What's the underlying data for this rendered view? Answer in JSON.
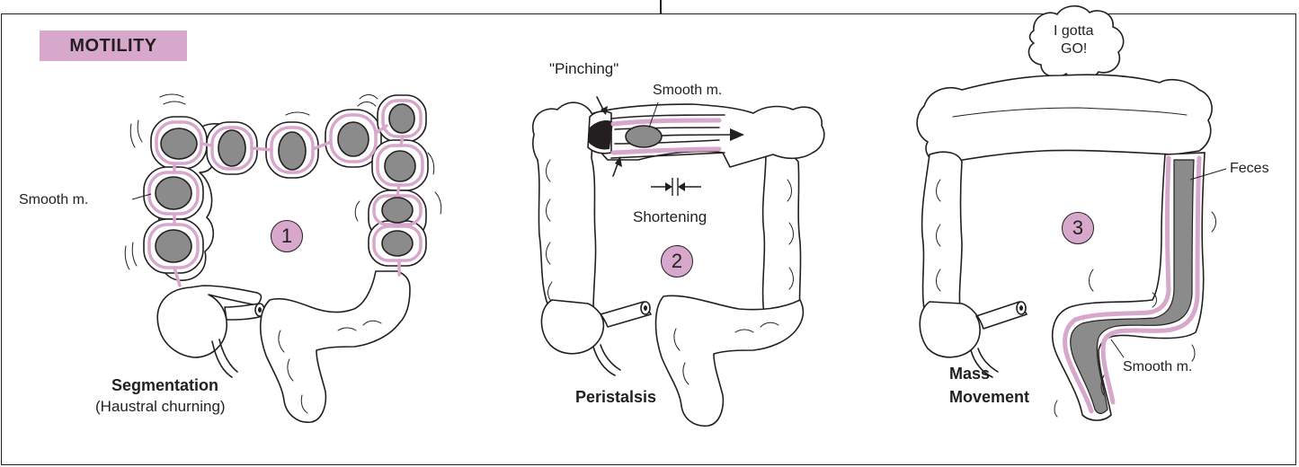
{
  "title": "MOTILITY",
  "colors": {
    "muscle": "#d8a7cc",
    "feces": "#8b8b8b",
    "outline": "#231f20"
  },
  "panel1": {
    "number": "1",
    "smooth_label": "Smooth m.",
    "caption": "Segmentation",
    "subcaption": "(Haustral churning)"
  },
  "panel2": {
    "number": "2",
    "pinching_label": "\"Pinching\"",
    "smooth_label": "Smooth m.",
    "shortening_label": "Shortening",
    "caption": "Peristalsis"
  },
  "panel3": {
    "number": "3",
    "bubble_line1": "I gotta",
    "bubble_line2": "GO!",
    "feces_label": "Feces",
    "smooth_label": "Smooth m.",
    "caption_line1": "Mass",
    "caption_line2": "Movement"
  }
}
